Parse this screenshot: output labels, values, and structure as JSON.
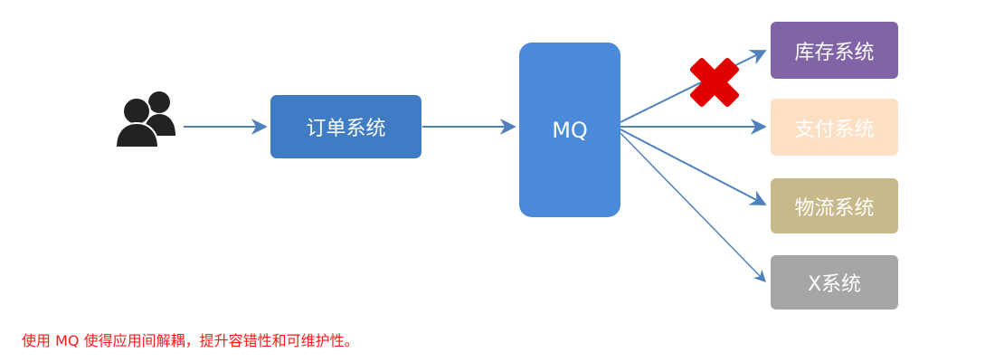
{
  "colors": {
    "order": "#3f7cc4",
    "mq": "#4a8ad8",
    "stock": "#8064a6",
    "pay": "#fde0c4",
    "logistics": "#c8b98a",
    "x": "#a6a6a6",
    "arrow": "#4f81bd",
    "cross": "#e00000",
    "user_icon": "#222222",
    "footnote": "#ff1a1a"
  },
  "icons": {
    "users": "users-icon",
    "cross": "cross-icon"
  },
  "nodes": {
    "order": "订单系统",
    "mq": "MQ",
    "stock": "库存系统",
    "pay": "支付系统",
    "logistics": "物流系统",
    "x": "X系统"
  },
  "footnote": "使用 MQ 使得应用间解耦，提升容错性和可维护性。"
}
